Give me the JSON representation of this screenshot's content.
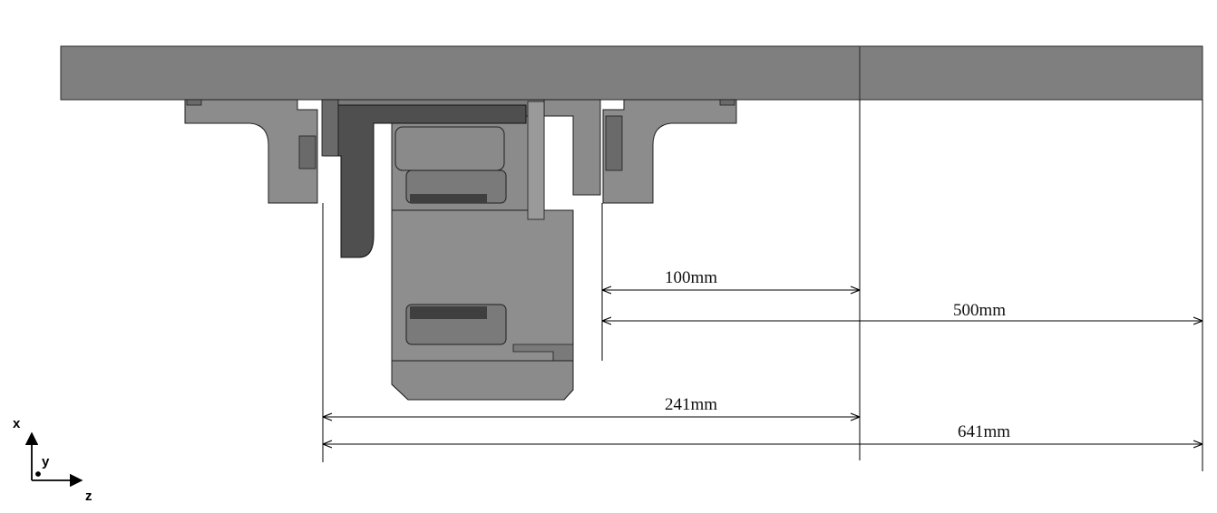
{
  "dimensions": [
    {
      "id": "d100",
      "label": "100mm"
    },
    {
      "id": "d500",
      "label": "500mm"
    },
    {
      "id": "d241",
      "label": "241mm"
    },
    {
      "id": "d641",
      "label": "641mm"
    }
  ],
  "axes": {
    "x_label": "x",
    "y_label": "y",
    "z_label": "z"
  },
  "colors": {
    "plate": "#7f7f7f",
    "body": "#8a8a8a",
    "body_dark": "#555555",
    "bracket": "#4a4a4a",
    "outline": "#1a1a1a",
    "line": "#000000"
  }
}
